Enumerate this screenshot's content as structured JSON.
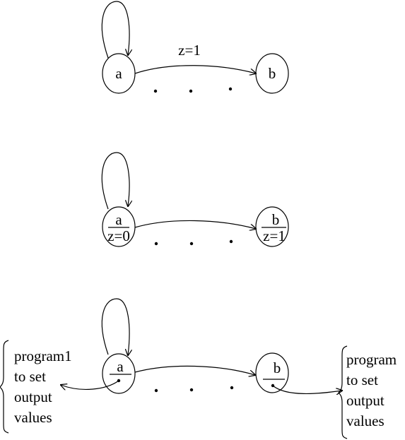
{
  "diagram_1": {
    "state_a": "a",
    "state_b": "b",
    "transition_label": "z=1"
  },
  "diagram_2": {
    "state_a": "a",
    "state_a_output": "z=0",
    "state_b": "b",
    "state_b_output": "z=1"
  },
  "diagram_3": {
    "state_a": "a",
    "state_b": "b",
    "note_left": [
      "program1",
      "to set",
      "output",
      "values"
    ],
    "note_right": [
      "program",
      "to set",
      "output",
      "values"
    ]
  },
  "colors": {
    "ink": "#000000",
    "background": "#ffffff"
  }
}
